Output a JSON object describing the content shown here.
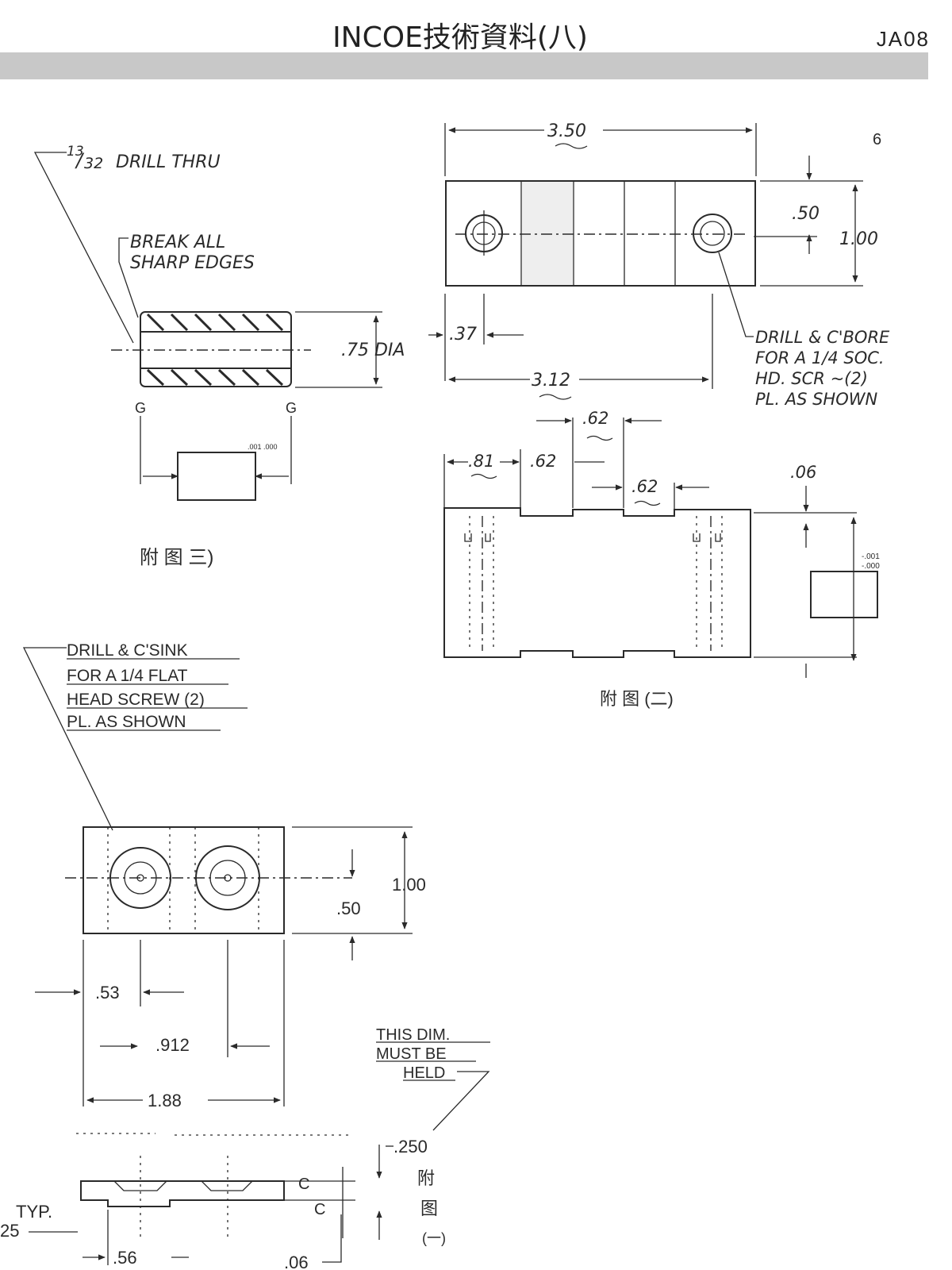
{
  "header": {
    "title": "INCOE技術資料(八)",
    "code": "JA08"
  },
  "page_number": "6",
  "fig3": {
    "drill_note": "13/32 DRILL THRU",
    "drill_num": "13",
    "drill_den": "32",
    "drill_rest": "DRILL THRU",
    "edge_note_1": "BREAK ALL",
    "edge_note_2": "SHARP EDGES",
    "dia": ".75 DIA",
    "g_left": "G",
    "g_right": "G",
    "tol": ".001 .000",
    "caption": "附 图 三)"
  },
  "fig2": {
    "dim_350": "3.50",
    "dim_050": ".50",
    "dim_100": "1.00",
    "dim_037": ".37",
    "dim_312": "3.12",
    "note_1": "DRILL & C'BORE",
    "note_2": "FOR A 1/4 SOC.",
    "note_3": "HD. SCR ~(2)",
    "note_4": "PL. AS SHOWN",
    "dim_081": ".81",
    "dim_062a": ".62",
    "dim_062b": ".62",
    "dim_062c": ".62",
    "dim_006": ".06",
    "tol_1": "-.001",
    "tol_2": "-.000",
    "caption": "附 图 (二)"
  },
  "fig1": {
    "note_1": "DRILL & C'SINK",
    "note_2": "FOR A 1/4 FLAT",
    "note_3": "HEAD SCREW (2)",
    "note_4": "PL. AS SHOWN",
    "dim_100": "1.00",
    "dim_050": ".50",
    "dim_053": ".53",
    "dim_912": ".912",
    "dim_188": "1.88",
    "held_1": "THIS DIM.",
    "held_2": "MUST BE",
    "held_3": "HELD",
    "dim_250": ".250",
    "c_top": "C",
    "c_bot": "C",
    "typ": "TYP.",
    "dim_25": "25",
    "dim_056": ".56",
    "dim_006": ".06",
    "caption_1": "附",
    "caption_2": "图",
    "caption_3": "(一)"
  }
}
